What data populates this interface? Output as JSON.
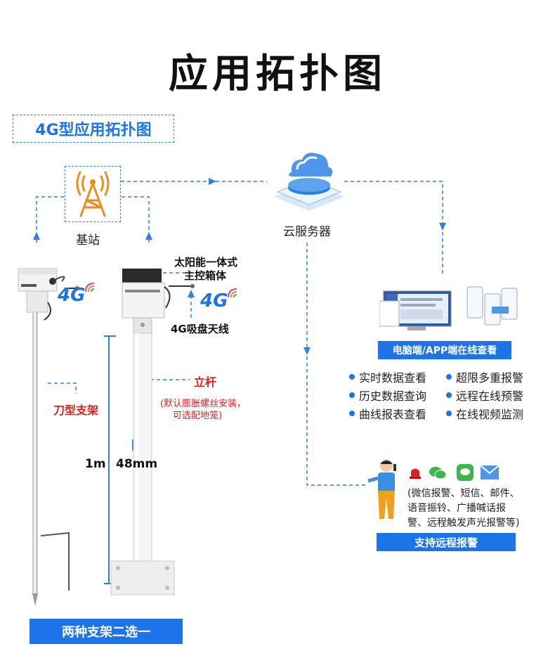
{
  "title": "应用拓扑图",
  "subtitle": "4G型应用拓扑图",
  "base_station_label": "基站",
  "cloud_label": "云服务器",
  "solar_label_line1": "太阳能一体式",
  "solar_label_line2": "主控箱体",
  "antenna_label": "4G吸盘天线",
  "tag_4g": "4G",
  "knife_bracket_label": "刀型支架",
  "pole_label": "立杆",
  "pole_note_line1": "(默认膨胀螺丝安装，",
  "pole_note_line2": "可选配地笼)",
  "height_label": "1m",
  "diameter_label": "48mm",
  "bottom_bar": "两种支架二选一",
  "online_bar": "电脑端/APP端在线查看",
  "features": [
    "实时数据查看",
    "超限多重报警",
    "历史数据查询",
    "远程在线预警",
    "曲线报表查看",
    "在线视频监测"
  ],
  "alarm_text_line1": "(微信报警、短信、邮件、",
  "alarm_text_line2": "语音振铃、广播喊话报",
  "alarm_text_line3": "警、远程触发声光报警等)",
  "alarm_bar": "支持远程报警",
  "colors": {
    "accent": "#1d73e8",
    "red": "#e02020",
    "tower": "#f08a1c"
  }
}
